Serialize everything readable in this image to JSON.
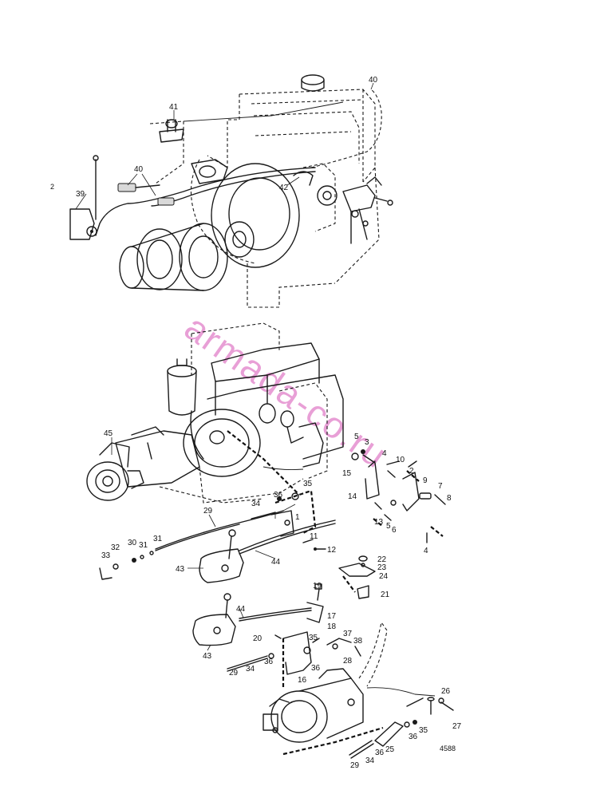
{
  "diagram": {
    "figure_number": "4588",
    "watermark": "armada-co.ru",
    "corner_mark": "2",
    "callouts_top": [
      "41",
      "40",
      "40",
      "39",
      "42"
    ],
    "callouts_bottom": [
      "45",
      "5",
      "3",
      "4",
      "10",
      "2",
      "9",
      "7",
      "8",
      "15",
      "14",
      "13",
      "5",
      "6",
      "4",
      "36",
      "35",
      "34",
      "1",
      "11",
      "12",
      "29",
      "44",
      "32",
      "30",
      "31",
      "31",
      "33",
      "43",
      "22",
      "23",
      "24",
      "19",
      "21",
      "17",
      "18",
      "44",
      "20",
      "35",
      "37",
      "38",
      "28",
      "36",
      "16",
      "43",
      "29",
      "34",
      "36",
      "26",
      "27",
      "35",
      "36",
      "29",
      "34",
      "36",
      "25"
    ]
  }
}
